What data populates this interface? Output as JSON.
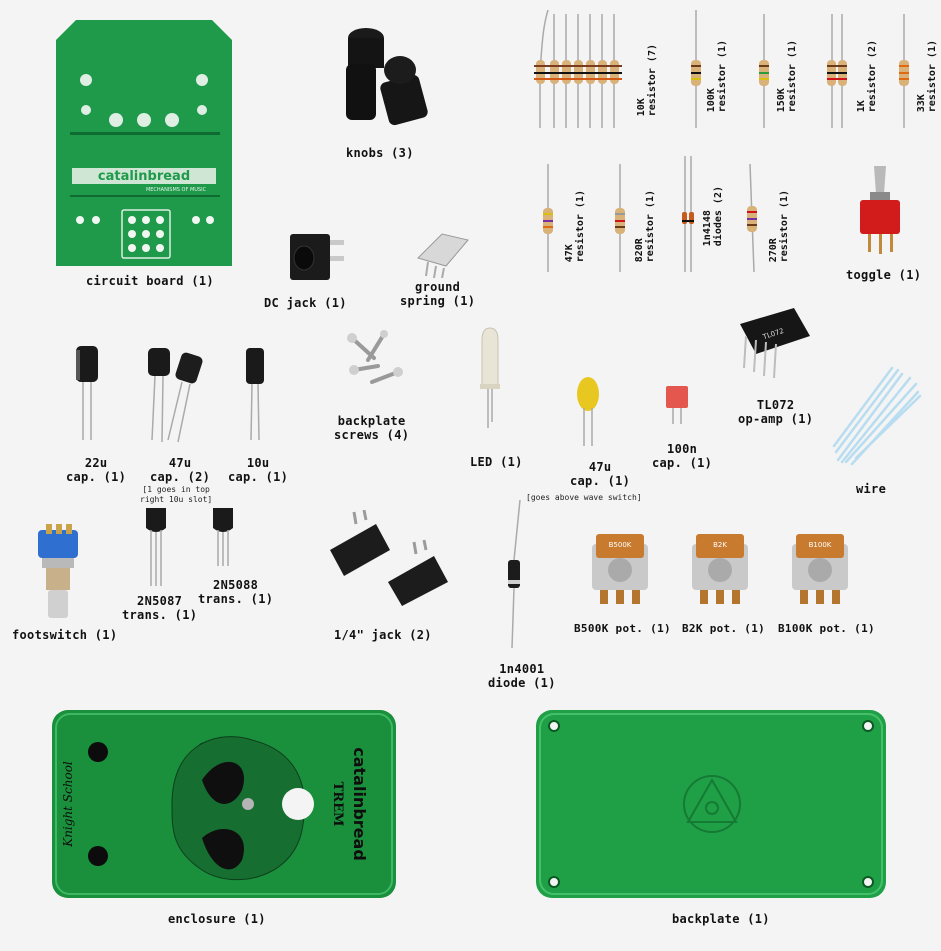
{
  "colors": {
    "pcb_green": "#1e9a4a",
    "enclosure_green": "#1a8f3c",
    "background": "#f4f4f4",
    "label": "#111111"
  },
  "items": {
    "circuit_board": {
      "label": "circuit board (1)",
      "silk_brand": "catalinbread",
      "silk_tagline": "MECHANISMS OF MUSIC"
    },
    "knobs": {
      "label": "knobs (3)"
    },
    "dc_jack": {
      "label": "DC jack (1)"
    },
    "ground_spring": {
      "line1": "ground",
      "line2": "spring (1)"
    },
    "toggle": {
      "label": "toggle (1)"
    },
    "backplate_screws": {
      "line1": "backplate",
      "line2": "screws (4)"
    },
    "led": {
      "label": "LED (1)"
    },
    "cap_22u": {
      "line1": "22u",
      "line2": "cap. (1)"
    },
    "cap_47u_2": {
      "line1": "47u",
      "line2": "cap. (2)",
      "note1": "[1 goes in top",
      "note2": "right 10u slot]"
    },
    "cap_10u": {
      "line1": "10u",
      "line2": "cap. (1)"
    },
    "cap_47u_yellow": {
      "line1": "47u",
      "line2": "cap. (1)",
      "note": "[goes above wave switch]"
    },
    "cap_100n": {
      "line1": "100n",
      "line2": "cap. (1)"
    },
    "opamp": {
      "line1": "TL072",
      "line2": "op-amp (1)",
      "chip_text": "TL072"
    },
    "wire": {
      "label": "wire"
    },
    "footswitch": {
      "label": "footswitch (1)"
    },
    "trans_2n5087": {
      "line1": "2N5087",
      "line2": "trans. (1)"
    },
    "trans_2n5088": {
      "line1": "2N5088",
      "line2": "trans. (1)"
    },
    "jack_quarter": {
      "label": "1/4\" jack (2)"
    },
    "diode_1n4001": {
      "line1": "1n4001",
      "line2": "diode (1)"
    },
    "pot_b500k": {
      "label": "B500K pot. (1)",
      "knob_text": "B500K"
    },
    "pot_b2k": {
      "label": "B2K pot. (1)",
      "knob_text": "B2K"
    },
    "pot_b100k": {
      "label": "B100K pot. (1)",
      "knob_text": "B100K"
    },
    "enclosure": {
      "label": "enclosure (1)",
      "brand": "catalinbread",
      "model": "TREM",
      "script": "Knight School"
    },
    "backplate": {
      "label": "backplate (1)"
    }
  },
  "resistors": [
    {
      "line1": "10K",
      "line2": "resistor (7)"
    },
    {
      "line1": "100K",
      "line2": "resistor (1)"
    },
    {
      "line1": "150K",
      "line2": "resistor (1)"
    },
    {
      "line1": "1K",
      "line2": "resistor (2)"
    },
    {
      "line1": "33K",
      "line2": "resistor (1)"
    },
    {
      "line1": "47K",
      "line2": "resistor (1)"
    },
    {
      "line1": "820R",
      "line2": "resistor (1)"
    },
    {
      "line1": "1n4148",
      "line2": "diodes (2)"
    },
    {
      "line1": "270R",
      "line2": "resistor (1)"
    }
  ]
}
